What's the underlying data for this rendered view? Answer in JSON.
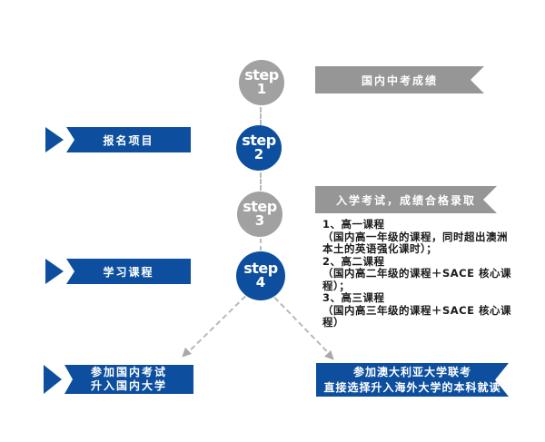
{
  "diagram_title": "study-pathway-flow",
  "steps": [
    {
      "word": "step",
      "num": "1",
      "color": "gray"
    },
    {
      "word": "step",
      "num": "2",
      "color": "blue"
    },
    {
      "word": "step",
      "num": "3",
      "color": "gray"
    },
    {
      "word": "step",
      "num": "4",
      "color": "blue"
    }
  ],
  "banners": {
    "exam_score": "国内中考成绩",
    "enroll": "报名项目",
    "entrance_exam": "入学考试，成绩合格录取",
    "study": "学习课程",
    "domestic_line1": "参加国内考试",
    "domestic_line2": "升入国内大学",
    "overseas_line1": "参加澳大利亚大学联考",
    "overseas_line2": "直接选择升入海外大学的本科就读"
  },
  "course": {
    "lines": [
      "1、高一课程",
      "（国内高一年级的课程，同时超出澳洲",
      "本土的英语强化课时）；",
      "2、高二课程",
      "（国内高二年级的课程＋SACE 核心课",
      "程）；",
      "3、高三课程",
      "（国内高三年级的课程＋SACE 核心课",
      "程）"
    ]
  },
  "colors": {
    "blue": "#0d4f9e",
    "banner_gray": "#969696",
    "circle_gray": "#a1a1a1",
    "dash_gray": "#b9b9b9",
    "arrow_gray": "#a9a9a9",
    "course_text": "#1a1a1a"
  }
}
